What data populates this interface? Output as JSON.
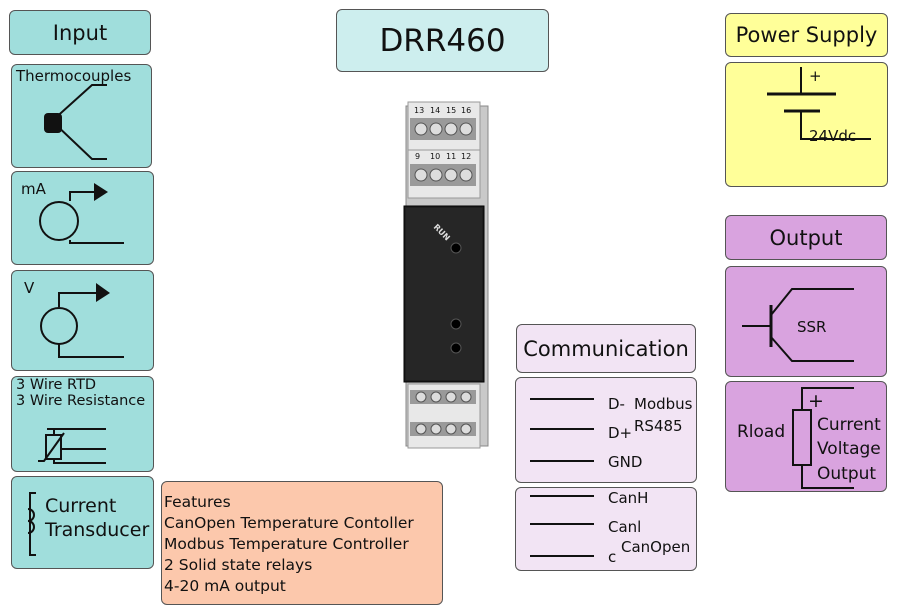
{
  "title": "DRR460",
  "input": {
    "header": "Input",
    "thermocouples": "Thermocouples",
    "ma": "mA",
    "v": "V",
    "rtd_line1": "3 Wire RTD",
    "rtd_line2": "3 Wire Resistance",
    "current_line1": "Current",
    "current_line2": "Transducer"
  },
  "power": {
    "header": "Power Supply",
    "plus": "+",
    "voltage": "24Vdc"
  },
  "output": {
    "header": "Output",
    "ssr": "SSR",
    "rload": "Rload",
    "plus": "+",
    "line1": "Current",
    "line2": "Voltage",
    "line3": "Output"
  },
  "communication": {
    "header": "Communication",
    "modbus": {
      "pins": [
        "D-",
        "D+",
        "GND"
      ],
      "label1": "Modbus",
      "label2": "RS485"
    },
    "canopen": {
      "pins": [
        "CanH",
        "Canl",
        "c"
      ],
      "label": "CanOpen"
    }
  },
  "features": {
    "lines": [
      "Features",
      "CanOpen Temperature Contoller",
      "Modbus Temperature Controller",
      "2 Solid state relays",
      "4-20 mA output"
    ]
  },
  "device": {
    "top_terminals_row1": [
      "13",
      "14",
      "15",
      "16"
    ],
    "top_terminals_row2": [
      "9",
      "10",
      "11",
      "12"
    ],
    "run_label": "RUN"
  },
  "colors": {
    "input": "#a0dedc",
    "title": "#cdeeee",
    "power": "#ffff99",
    "output": "#d9a3df",
    "communication": "#f2e4f4",
    "features": "#fcc8ac"
  }
}
